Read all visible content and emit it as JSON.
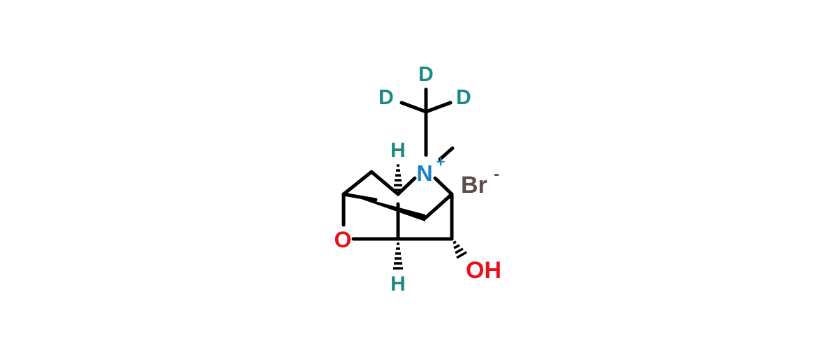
{
  "molecule": {
    "atoms": {
      "deuterium_top": "D",
      "deuterium_left": "D",
      "deuterium_right": "D",
      "nitrogen": "N",
      "nitrogen_charge": "+",
      "hydrogen_top": "H",
      "hydrogen_bottom": "H",
      "oxygen_ring": "O",
      "hydroxyl": "OH",
      "bromide": "Br",
      "bromide_charge": "-"
    }
  },
  "colors": {
    "deuterium": "#1a8a80",
    "hydrogen": "#1a8a80",
    "nitrogen": "#1a7fc4",
    "oxygen": "#e8101a",
    "bromide": "#5a4d4d",
    "bond": "#000000"
  }
}
